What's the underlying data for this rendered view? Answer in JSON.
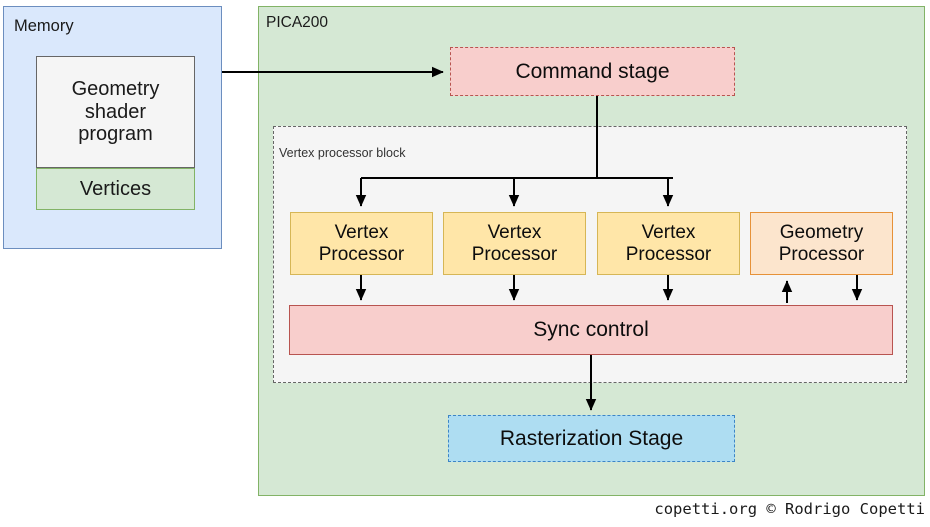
{
  "diagram": {
    "memory": {
      "label": "Memory",
      "items": [
        {
          "label": "Geometry\nshader\nprogram",
          "line1": "Geometry",
          "line2": "shader",
          "line3": "program"
        },
        {
          "label": "Vertices"
        }
      ]
    },
    "pica200": {
      "label": "PICA200",
      "command_stage": "Command stage",
      "vertex_processor_block": {
        "label": "Vertex processor block",
        "processors": [
          {
            "line1": "Vertex",
            "line2": "Processor"
          },
          {
            "line1": "Vertex",
            "line2": "Processor"
          },
          {
            "line1": "Vertex",
            "line2": "Processor"
          },
          {
            "line1": "Geometry",
            "line2": "Processor"
          }
        ],
        "sync_control": "Sync control"
      },
      "rasterization_stage": "Rasterization Stage"
    }
  },
  "footer": {
    "credit": "copetti.org © Rodrigo Copetti"
  },
  "colors": {
    "memory_fill": "#dae8fc",
    "memory_stroke": "#6c8ebf",
    "program_fill": "#f5f5f5",
    "program_stroke": "#666666",
    "vertices_fill": "#d5e8d4",
    "vertices_stroke": "#82b366",
    "pica_fill": "#d5e8d4",
    "pica_stroke": "#82b366",
    "stage_fill": "#f8cecc",
    "stage_stroke": "#b85450",
    "block_fill": "#f5f5f5",
    "block_stroke": "#666666",
    "processor_fill": "#ffe6a8",
    "processor_stroke": "#d6b656",
    "geometry_processor_fill": "#fce5cd",
    "geometry_processor_stroke": "#e69138",
    "raster_fill": "#aeddf2",
    "raster_stroke": "#3d85c6",
    "wire": "#000000"
  }
}
